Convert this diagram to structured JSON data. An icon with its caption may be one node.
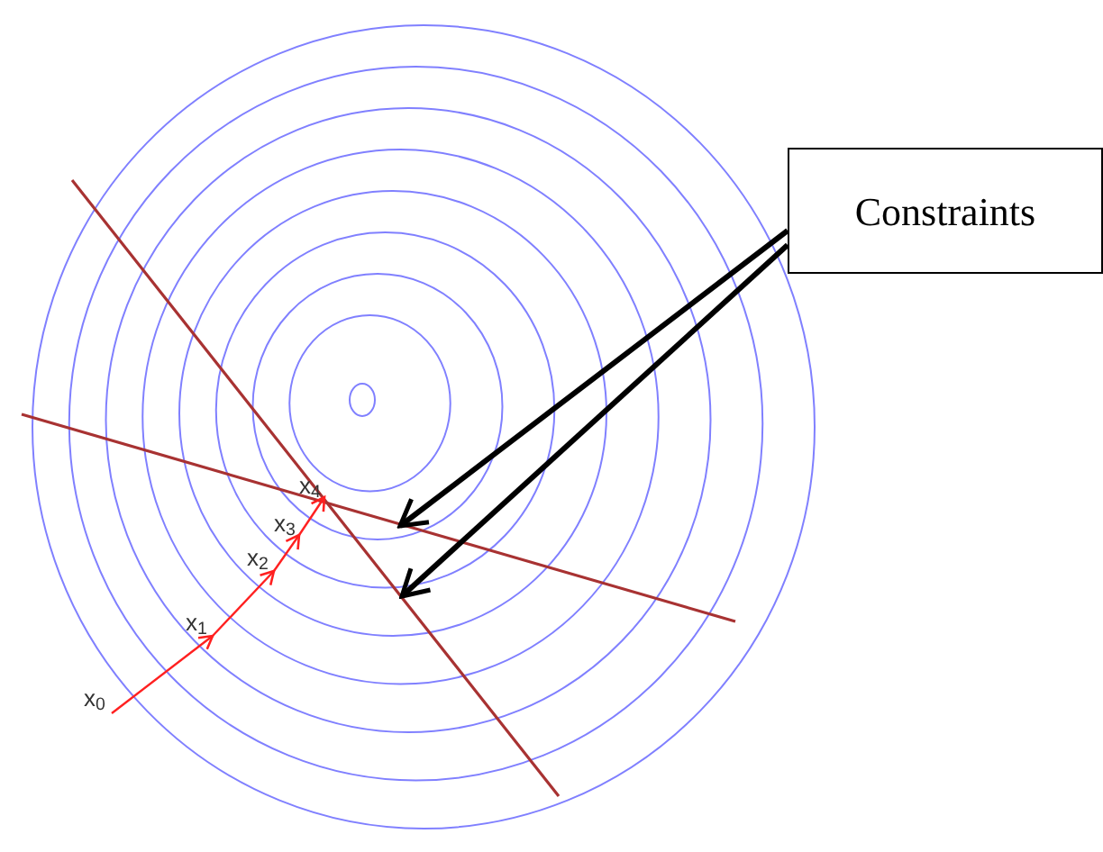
{
  "diagram": {
    "nodes": [
      {
        "text": [
          "Constraints"
        ]
      },
      {
        "text": [
          "x$_{0}$"
        ]
      },
      {
        "text": [
          "x$_{1}$"
        ]
      },
      {
        "text": [
          "x$_{2}$"
        ]
      },
      {
        "text": [
          "x$_{3}$"
        ]
      },
      {
        "text": [
          "x$_{4}$"
        ]
      }
    ],
    "edges": [
      {
        "from": 1,
        "to": 2,
        "arrow": "to"
      },
      {
        "from": 2,
        "to": 3,
        "arrow": "to"
      },
      {
        "from": 3,
        "to": 4,
        "arrow": "to"
      },
      {
        "from": 4,
        "to": 5,
        "arrow": "to"
      },
      {
        "from": 0,
        "to": null,
        "arrow": "to",
        "style": "thick",
        "color": "#000000"
      },
      {
        "from": 0,
        "to": null,
        "arrow": "to",
        "style": "thick",
        "color": "#000000"
      }
    ]
  }
}
